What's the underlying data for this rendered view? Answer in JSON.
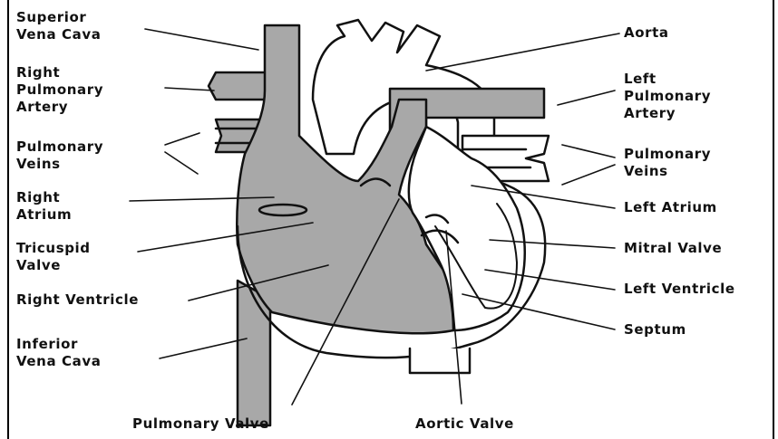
{
  "colors": {
    "blood_gray": "#a8a8a8",
    "outline": "#111111",
    "background": "#ffffff"
  },
  "labels": {
    "superior_vena_cava": "Superior\nVena Cava",
    "right_pulmonary_artery": "Right\nPulmonary\nArtery",
    "pulmonary_veins_left": "Pulmonary\nVeins",
    "right_atrium": "Right\nAtrium",
    "tricuspid_valve": "Tricuspid\nValve",
    "right_ventricle": "Right Ventricle",
    "inferior_vena_cava": "Inferior\nVena Cava",
    "pulmonary_valve": "Pulmonary Valve",
    "aortic_valve": "Aortic Valve",
    "aorta": "Aorta",
    "left_pulmonary_artery": "Left\nPulmonary\nArtery",
    "pulmonary_veins_right": "Pulmonary\nVeins",
    "left_atrium": "Left Atrium",
    "mitral_valve": "Mitral Valve",
    "left_ventricle": "Left Ventricle",
    "septum": "Septum"
  }
}
